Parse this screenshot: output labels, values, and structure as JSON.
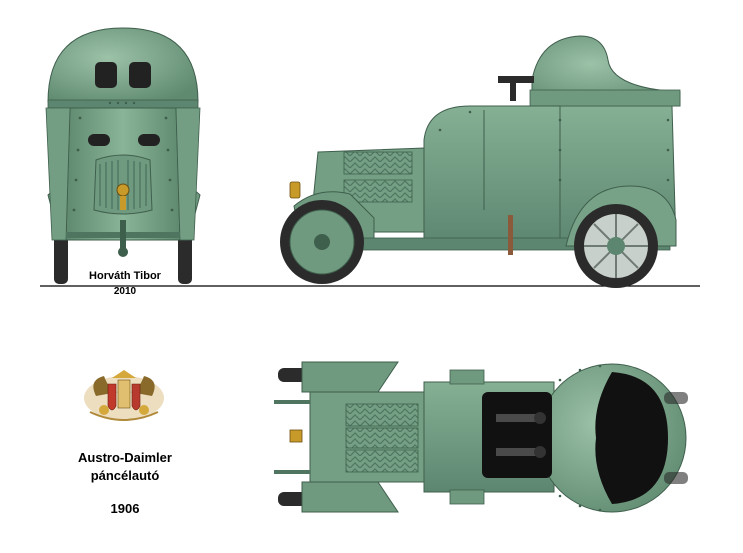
{
  "credit": {
    "author": "Horváth Tibor",
    "year": "2010"
  },
  "caption": {
    "line1": "Austro-Daimler",
    "line2": "páncélautó",
    "year": "1906"
  },
  "colors": {
    "armor": "#6f9a7f",
    "armor_dark": "#4f7561",
    "armor_light": "#8fb59c",
    "tire": "#2b2b2b",
    "brass": "#c89a2a",
    "interior": "#111111"
  },
  "icons": {
    "emblem": "austro-hungarian-coat-of-arms-icon"
  }
}
